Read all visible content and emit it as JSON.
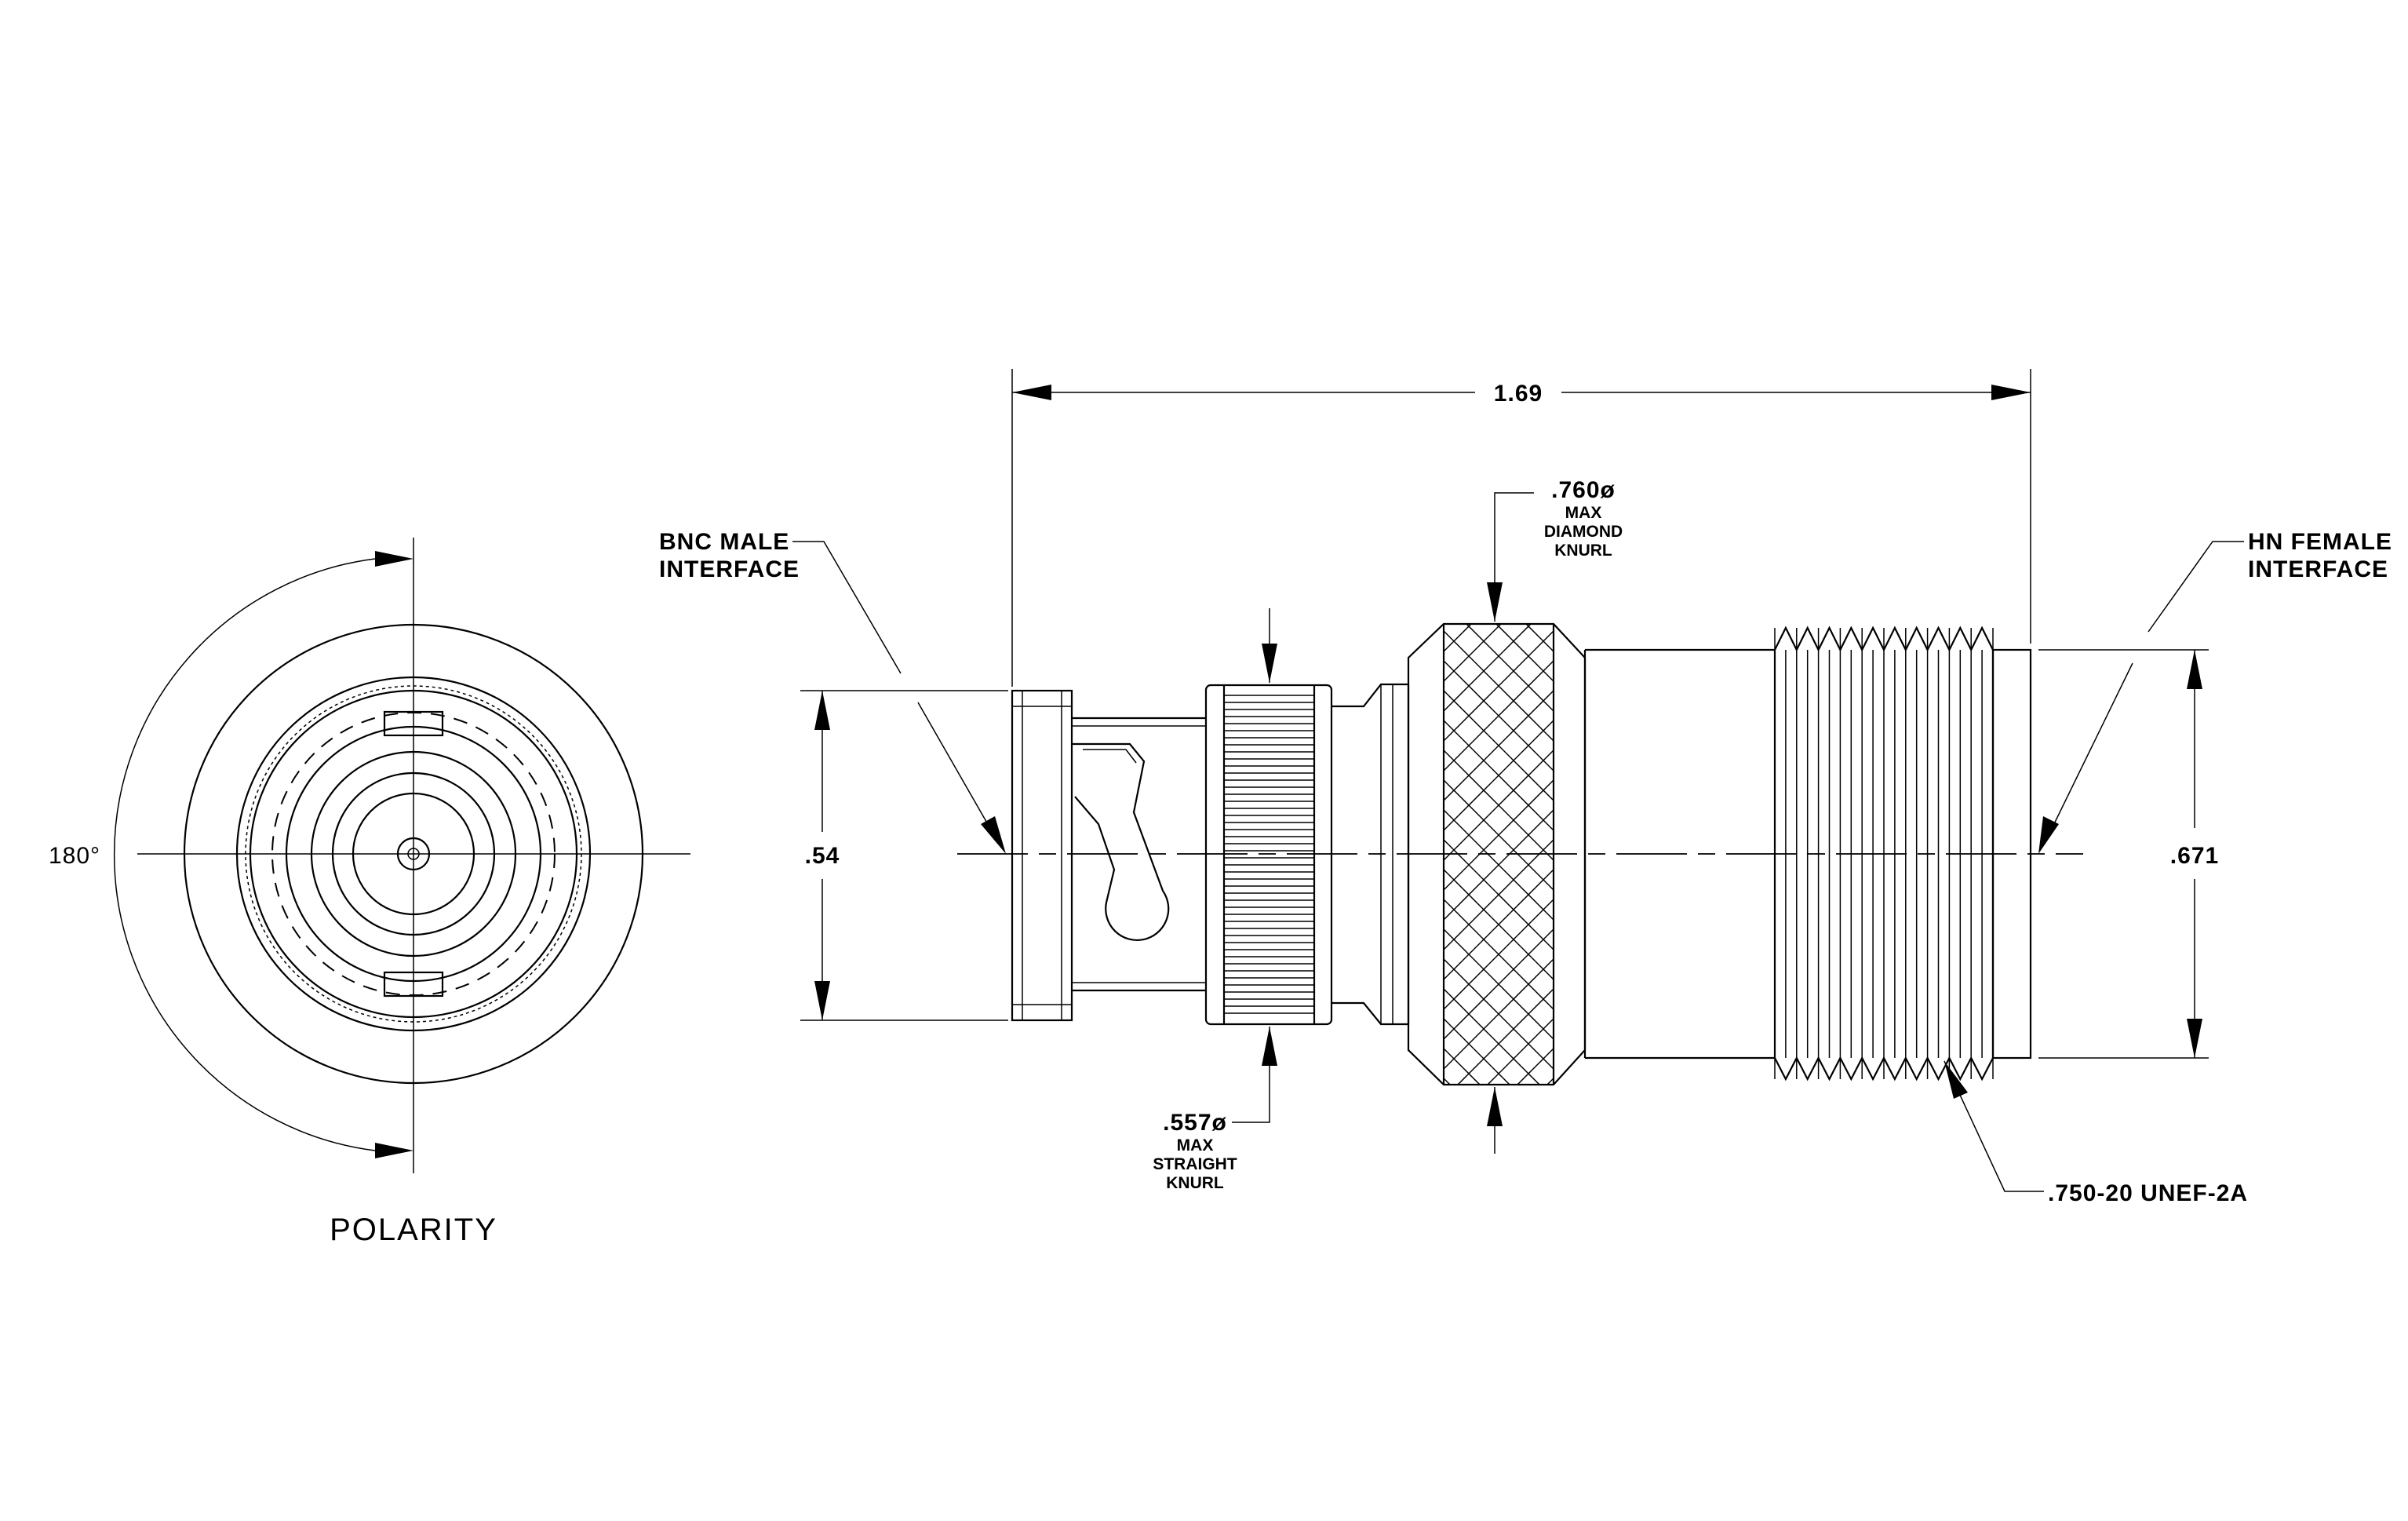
{
  "views": {
    "polarity": {
      "title": "POLARITY",
      "angle": "180°"
    },
    "side": {
      "overall_length": "1.69",
      "bnc_interface_line1": "BNC MALE",
      "bnc_interface_line2": "INTERFACE",
      "hn_interface_line1": "HN FEMALE",
      "hn_interface_line2": "INTERFACE",
      "dia_left": ".54",
      "dia_right": ".671",
      "diamond_knurl": {
        "dim": ".760ø",
        "line1": "MAX",
        "line2": "DIAMOND",
        "line3": "KNURL"
      },
      "straight_knurl": {
        "dim": ".557ø",
        "line1": "MAX",
        "line2": "STRAIGHT",
        "line3": "KNURL"
      },
      "thread_callout": ".750-20 UNEF-2A"
    }
  }
}
